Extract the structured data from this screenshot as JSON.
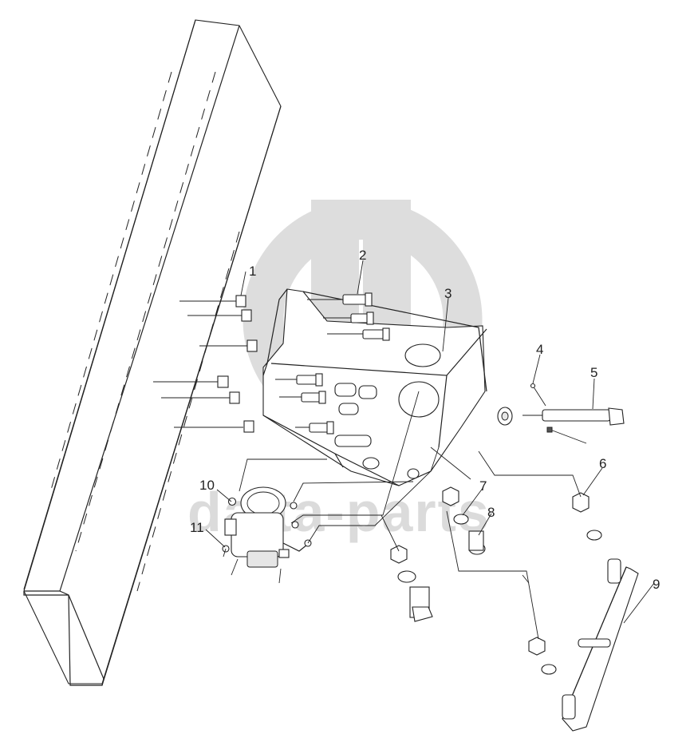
{
  "watermark": {
    "brand_text": "dalta-parts",
    "color": "#cfcfcf"
  },
  "diagram": {
    "callouts": [
      {
        "id": "1",
        "label": "1"
      },
      {
        "id": "2",
        "label": "2"
      },
      {
        "id": "3",
        "label": "3"
      },
      {
        "id": "4",
        "label": "4"
      },
      {
        "id": "5",
        "label": "5"
      },
      {
        "id": "6",
        "label": "6"
      },
      {
        "id": "7",
        "label": "7"
      },
      {
        "id": "8",
        "label": "8"
      },
      {
        "id": "9",
        "label": "9"
      },
      {
        "id": "10",
        "label": "10"
      },
      {
        "id": "11",
        "label": "11"
      }
    ],
    "line_color": "#222222"
  }
}
